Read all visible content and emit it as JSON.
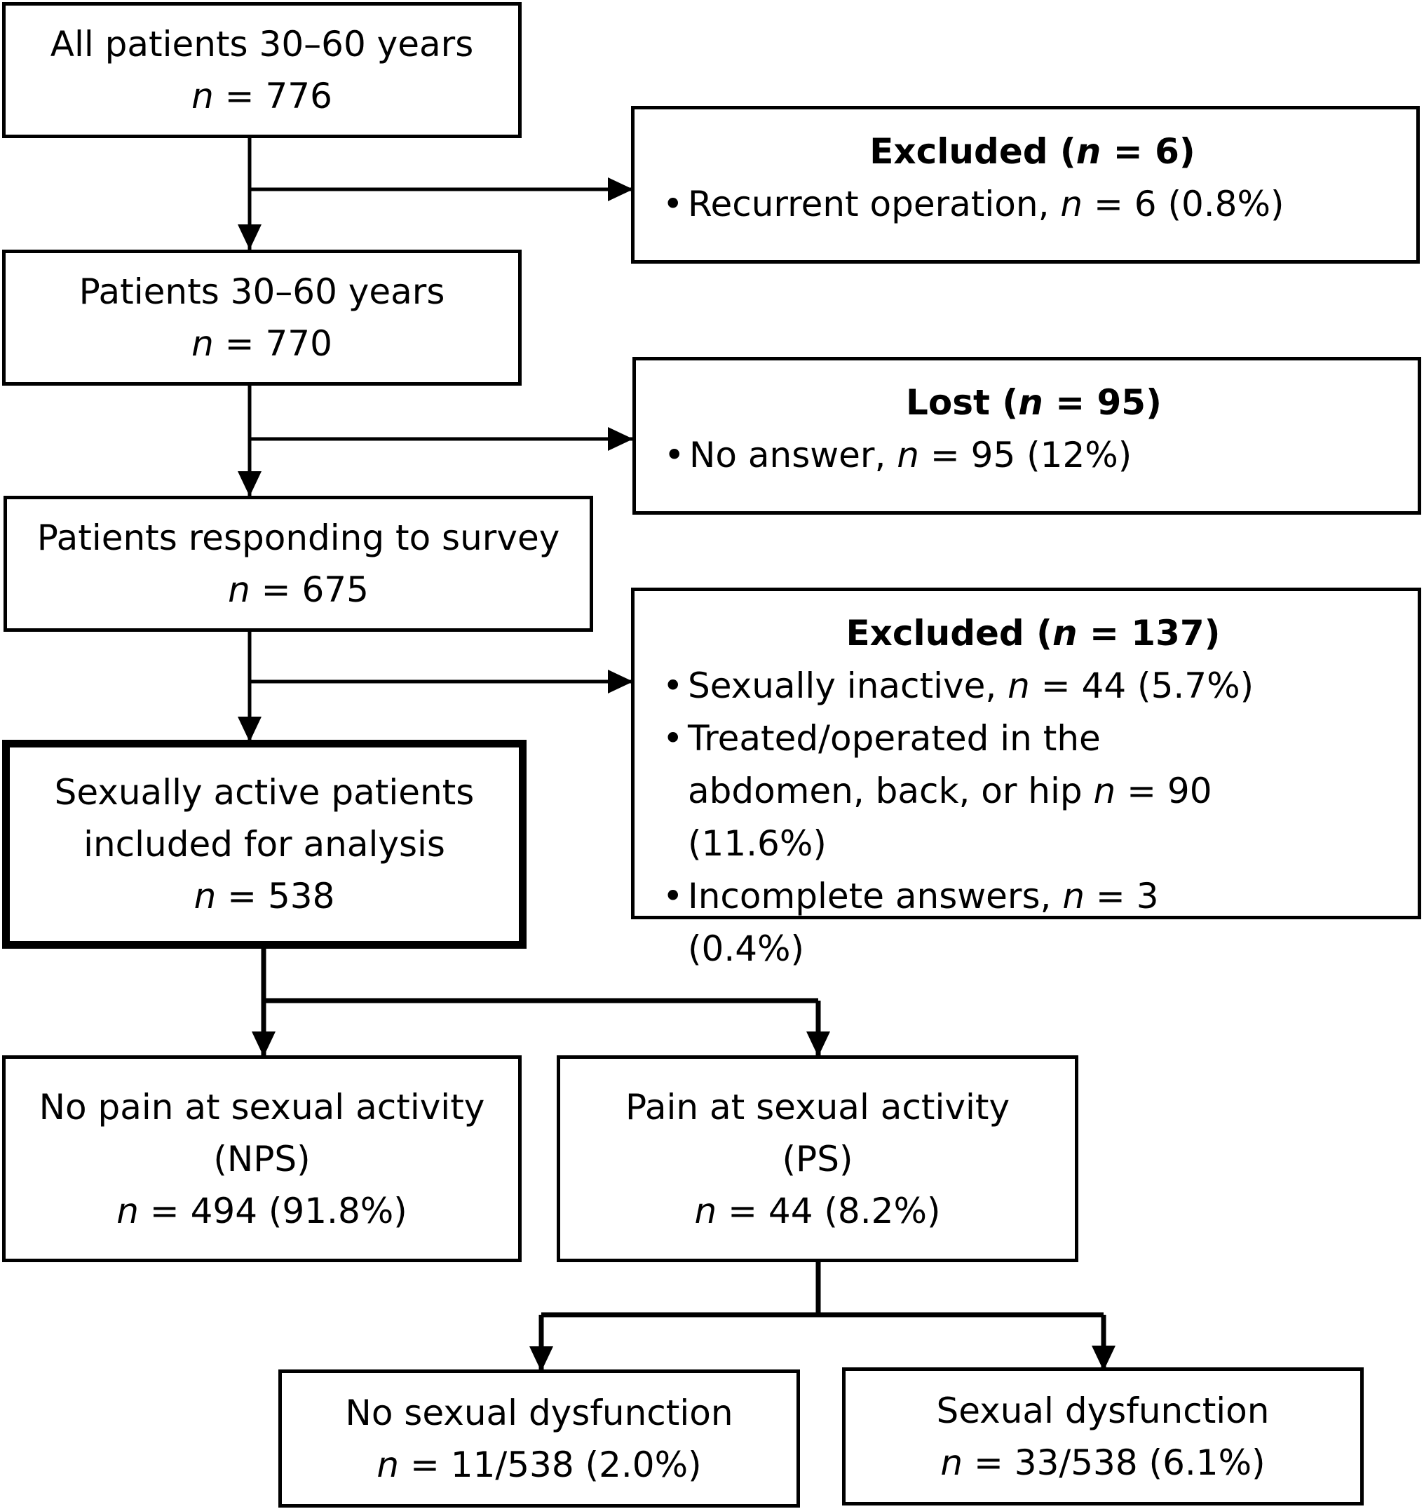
{
  "n_label": "n",
  "boxes": {
    "all": {
      "title": "All patients 30–60 years",
      "count": " = 776"
    },
    "eligible": {
      "title": "Patients 30–60 years",
      "count": " = 770"
    },
    "responding": {
      "title": "Patients responding to survey",
      "count": " = 675"
    },
    "included": {
      "line1": "Sexually active patients",
      "line2": "included for analysis",
      "count": " = 538"
    },
    "nps": {
      "line1": "No pain at sexual activity",
      "line2": "(NPS)",
      "count": " = 494 (91.8%)"
    },
    "ps": {
      "line1": "Pain at sexual activity",
      "line2": "(PS)",
      "count": " = 44 (8.2%)"
    },
    "nodys": {
      "title": "No sexual dysfunction",
      "count": " = 11/538 (2.0%)"
    },
    "dys": {
      "title": "Sexual dysfunction",
      "count": " = 33/538 (6.1%)"
    }
  },
  "excluded1": {
    "head_pre": "Excluded (",
    "head_post": " = 6)",
    "items": [
      {
        "pre": "Recurrent operation, ",
        "post": " = 6 (0.8%)"
      }
    ]
  },
  "lost": {
    "head_pre": "Lost (",
    "head_post": " = 95)",
    "items": [
      {
        "pre": "No answer, ",
        "post": " = 95 (12%)"
      }
    ]
  },
  "excluded2": {
    "head_pre": "Excluded (",
    "head_post": " = 137)",
    "items": [
      {
        "pre": "Sexually inactive, ",
        "post": " = 44 (5.7%)"
      },
      {
        "pre": "Treated/operated in the abdomen, back, or hip ",
        "post": " = 90 (11.6%)"
      },
      {
        "pre": "Incomplete answers, ",
        "post": " = 3 (0.4%)"
      }
    ]
  }
}
